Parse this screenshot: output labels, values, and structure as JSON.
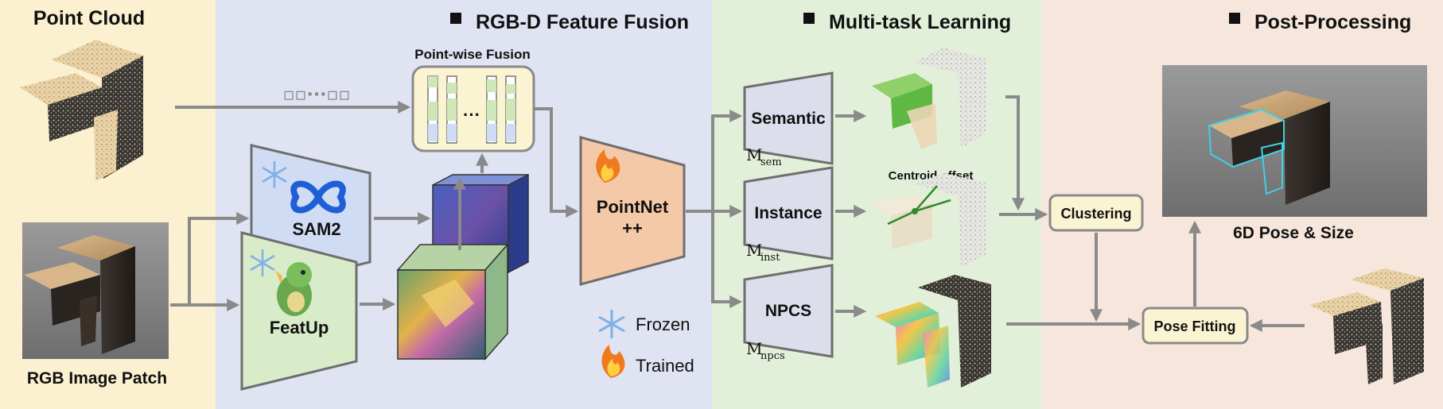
{
  "sections": {
    "point_cloud": "Point Cloud",
    "rgbd": "RGB-D Feature Fusion",
    "multitask": "Multi-task Learning",
    "post": "Post-Processing"
  },
  "inputs": {
    "rgb_patch": "RGB Image Patch",
    "point_cloud_dots": "▫▫···▫▫"
  },
  "fusion": {
    "title": "Point-wise Fusion",
    "ellipsis": "···",
    "sam2": "SAM2",
    "featup": "FeatUp",
    "pointnet_line1": "PointNet",
    "pointnet_line2": "++"
  },
  "legend": {
    "frozen": "Frozen",
    "trained": "Trained"
  },
  "heads": {
    "semantic": "Semantic",
    "instance": "Instance",
    "npcs": "NPCS",
    "m_sem_main": "M",
    "m_sem_sub": "sem",
    "m_inst_main": "M",
    "m_inst_sub": "inst",
    "m_npcs_main": "M",
    "m_npcs_sub": "npcs",
    "centroid_offset": "Centroid offset"
  },
  "post": {
    "clustering": "Clustering",
    "pose_fitting": "Pose Fitting",
    "result": "6D Pose & Size"
  },
  "colors": {
    "pc_bg": "#fbf0cf",
    "rgbd_bg": "#dfe3f2",
    "mt_bg": "#e3f0d9",
    "post_bg": "#f6e6dc",
    "encoder_sam": "#cfdcf3",
    "encoder_featup": "#d9ecc9",
    "pointnet": "#f4c9a8",
    "heads": "#dcdfeb",
    "module_box": "#fbf4d2"
  },
  "icons": [
    "snowflake-icon",
    "fire-icon",
    "meta-infinity-logo",
    "dino-mascot-icon"
  ]
}
